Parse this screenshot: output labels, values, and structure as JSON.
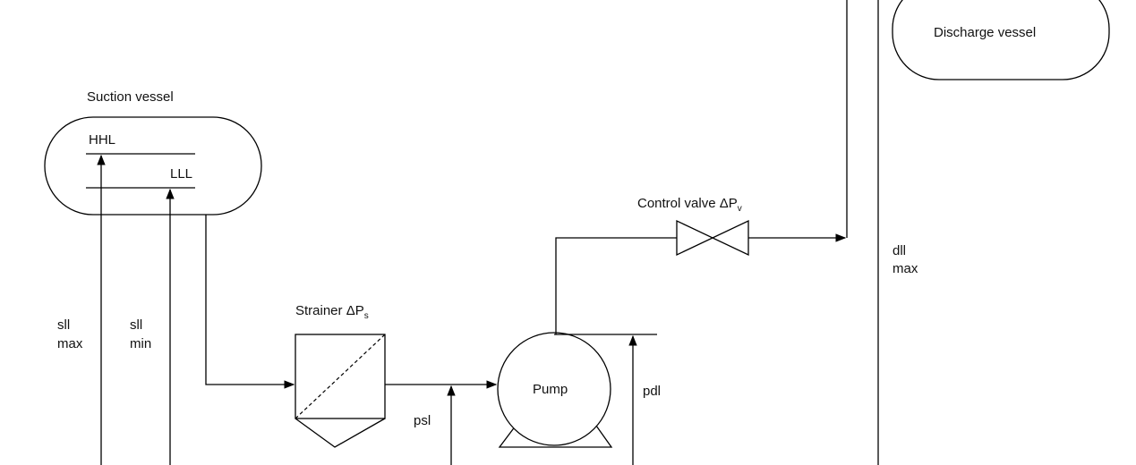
{
  "labels": {
    "suction_vessel": "Suction vessel",
    "hhl": "HHL",
    "lll": "LLL",
    "sll_max_1": "sll",
    "sll_max_2": "max",
    "sll_min_1": "sll",
    "sll_min_2": "min",
    "strainer": "Strainer ΔP",
    "strainer_sub": "s",
    "psl": "psl",
    "pump": "Pump",
    "pdl": "pdl",
    "control_valve": "Control valve ΔP",
    "control_valve_sub": "v",
    "discharge_vessel": "Discharge vessel",
    "dll_max_1": "dll",
    "dll_max_2": "max"
  }
}
